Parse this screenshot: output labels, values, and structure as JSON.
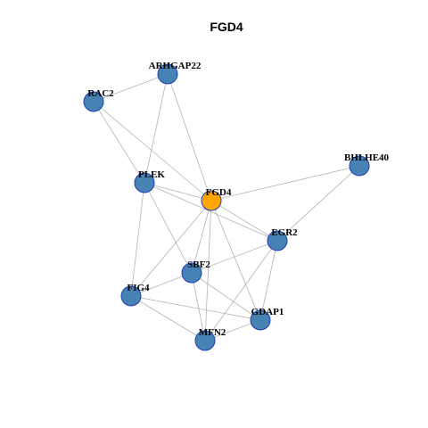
{
  "title": "FGD4",
  "colors": {
    "node_fill": "#4682b4",
    "center_fill": "#ffa500",
    "node_stroke": "#1e3fb4",
    "edge": "#b3b3b3"
  },
  "nodes": [
    {
      "id": "ARHGAP22",
      "label": "ARHGAP22",
      "center": false
    },
    {
      "id": "RAC2",
      "label": "RAC2",
      "center": false
    },
    {
      "id": "PLEK",
      "label": "PLEK",
      "center": false
    },
    {
      "id": "FGD4",
      "label": "FGD4",
      "center": true
    },
    {
      "id": "BHLHE40",
      "label": "BHLHE40",
      "center": false
    },
    {
      "id": "EGR2",
      "label": "EGR2",
      "center": false
    },
    {
      "id": "SBF2",
      "label": "SBF2",
      "center": false
    },
    {
      "id": "FIG4",
      "label": "FIG4",
      "center": false
    },
    {
      "id": "GDAP1",
      "label": "GDAP1",
      "center": false
    },
    {
      "id": "MFN2",
      "label": "MFN2",
      "center": false
    }
  ],
  "edges": [
    [
      "RAC2",
      "ARHGAP22"
    ],
    [
      "RAC2",
      "PLEK"
    ],
    [
      "RAC2",
      "FGD4"
    ],
    [
      "ARHGAP22",
      "PLEK"
    ],
    [
      "ARHGAP22",
      "FGD4"
    ],
    [
      "PLEK",
      "FGD4"
    ],
    [
      "PLEK",
      "EGR2"
    ],
    [
      "PLEK",
      "SBF2"
    ],
    [
      "PLEK",
      "FIG4"
    ],
    [
      "FGD4",
      "BHLHE40"
    ],
    [
      "FGD4",
      "EGR2"
    ],
    [
      "FGD4",
      "SBF2"
    ],
    [
      "FGD4",
      "FIG4"
    ],
    [
      "FGD4",
      "GDAP1"
    ],
    [
      "FGD4",
      "MFN2"
    ],
    [
      "BHLHE40",
      "EGR2"
    ],
    [
      "EGR2",
      "SBF2"
    ],
    [
      "EGR2",
      "GDAP1"
    ],
    [
      "EGR2",
      "MFN2"
    ],
    [
      "SBF2",
      "FIG4"
    ],
    [
      "SBF2",
      "MFN2"
    ],
    [
      "SBF2",
      "GDAP1"
    ],
    [
      "FIG4",
      "MFN2"
    ],
    [
      "FIG4",
      "GDAP1"
    ],
    [
      "MFN2",
      "GDAP1"
    ]
  ]
}
